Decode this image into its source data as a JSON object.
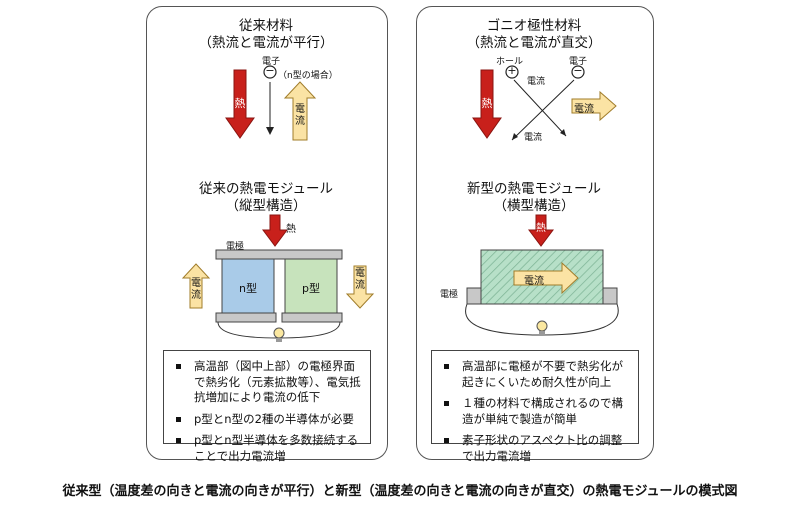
{
  "left": {
    "title": "従来材料",
    "subtitle": "（熱流と電流が平行）",
    "electron_label": "電子",
    "electron_note": "（n型の場合）",
    "electron_symbol": "−",
    "heat_label": "熱",
    "current_label": "電流",
    "module_title": "従来の熱電モジュール",
    "module_subtitle": "（縦型構造）",
    "electrode_label": "電極",
    "n_label": "n型",
    "p_label": "p型",
    "bullets": [
      "高温部（図中上部）の電極界面で熱劣化（元素拡散等）、電気抵抗増加により電流の低下",
      "p型とn型の2種の半導体が必要",
      "p型とn型半導体を多数接続することで出力電流増"
    ]
  },
  "right": {
    "title": "ゴニオ極性材料",
    "subtitle": "（熱流と電流が直交）",
    "hole_label": "ホール",
    "hole_symbol": "+",
    "electron_label": "電子",
    "electron_symbol": "−",
    "heat_label": "熱",
    "current_label": "電流",
    "module_title": "新型の熱電モジュール",
    "module_subtitle": "（横型構造）",
    "electrode_label": "電極",
    "bullets": [
      "高温部に電極が不要で熱劣化が起きにくいため耐久性が向上",
      "１種の材料で構成されるので構造が単純で製造が簡単",
      "素子形状のアスペクト比の調整で出力電流増"
    ]
  },
  "caption": "従来型（温度差の向きと電流の向きが平行）と新型（温度差の向きと電流の向きが直交）の熱電モジュールの模式図",
  "colors": {
    "heat_red": "#c8201b",
    "current_yellow": "#fbe3a4",
    "n_blue": "#a9cbe8",
    "p_green": "#c7e3bc",
    "module_green": "#b7e0c8",
    "electrode_gray": "#c8c8c8"
  }
}
